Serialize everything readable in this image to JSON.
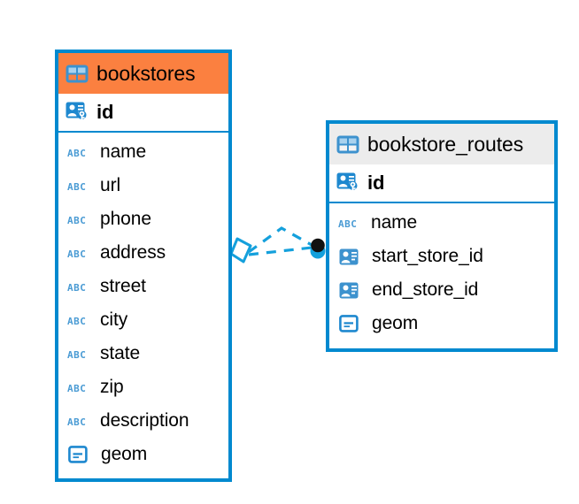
{
  "diagram": {
    "type": "entity-relationship-diagram",
    "colors": {
      "border": "#0089CF",
      "selected_header": "#FB8040",
      "normal_header": "#ECECEC",
      "icon_blue": "#3D92CE",
      "relation_line": "#14A0DC",
      "relation_dot": "#111111",
      "text": "#000000"
    },
    "tables": [
      {
        "name": "bookstores",
        "selected": true,
        "table_icon": "table-icon",
        "primary_key": {
          "label": "id",
          "icon": "primary-key-icon"
        },
        "fields": [
          {
            "label": "name",
            "icon": "abc-text-icon",
            "type_glyph": "ABC"
          },
          {
            "label": "url",
            "icon": "abc-text-icon",
            "type_glyph": "ABC"
          },
          {
            "label": "phone",
            "icon": "abc-text-icon",
            "type_glyph": "ABC"
          },
          {
            "label": "address",
            "icon": "abc-text-icon",
            "type_glyph": "ABC"
          },
          {
            "label": "street",
            "icon": "abc-text-icon",
            "type_glyph": "ABC"
          },
          {
            "label": "city",
            "icon": "abc-text-icon",
            "type_glyph": "ABC"
          },
          {
            "label": "state",
            "icon": "abc-text-icon",
            "type_glyph": "ABC"
          },
          {
            "label": "zip",
            "icon": "abc-text-icon",
            "type_glyph": "ABC"
          },
          {
            "label": "description",
            "icon": "abc-text-icon",
            "type_glyph": "ABC"
          },
          {
            "label": "geom",
            "icon": "geometry-icon",
            "type_glyph": ""
          }
        ]
      },
      {
        "name": "bookstore_routes",
        "selected": false,
        "table_icon": "table-icon",
        "primary_key": {
          "label": "id",
          "icon": "primary-key-icon"
        },
        "fields": [
          {
            "label": "name",
            "icon": "abc-text-icon",
            "type_glyph": "ABC"
          },
          {
            "label": "start_store_id",
            "icon": "foreign-key-icon",
            "type_glyph": ""
          },
          {
            "label": "end_store_id",
            "icon": "foreign-key-icon",
            "type_glyph": ""
          },
          {
            "label": "geom",
            "icon": "geometry-icon",
            "type_glyph": ""
          }
        ]
      }
    ],
    "relationship": {
      "style": "dashed",
      "left_endpoint": "diamond",
      "right_endpoint": "filled-circle",
      "from_table": "bookstores",
      "to_table": "bookstore_routes"
    }
  }
}
